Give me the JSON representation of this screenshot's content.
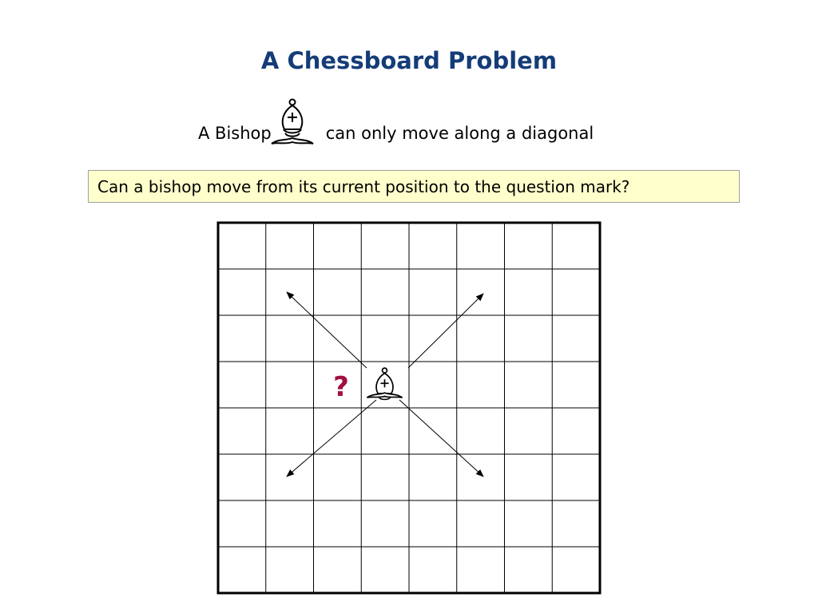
{
  "title": "A Chessboard Problem",
  "intro": {
    "before_icon": "A Bishop",
    "after_icon": "can only move along a diagonal",
    "icon": "bishop-icon"
  },
  "question": "Can a bishop move from its current position to the question mark?",
  "board": {
    "rows": 8,
    "columns": 8,
    "bishop": {
      "row": 4,
      "column": 4,
      "icon": "bishop-icon"
    },
    "target": {
      "row": 4,
      "column": 3,
      "symbol": "?"
    },
    "arrows": [
      "up-left",
      "up-right",
      "down-left",
      "down-right"
    ]
  },
  "colors": {
    "title": "#143c78",
    "question_box_bg": "#ffffcc",
    "question_mark": "#a01040",
    "grid": "#000000"
  }
}
